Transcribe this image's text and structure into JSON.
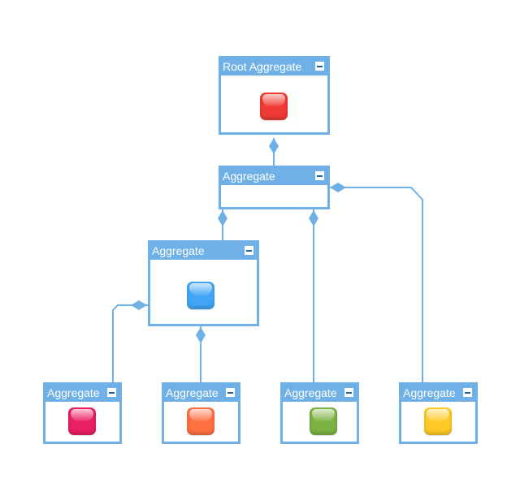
{
  "diagram": {
    "nodes": [
      {
        "id": "root",
        "label": "Root Aggregate",
        "color": "#ee3b33"
      },
      {
        "id": "mid",
        "label": "Aggregate",
        "color": null
      },
      {
        "id": "left",
        "label": "Aggregate",
        "color": "#42a5f5"
      },
      {
        "id": "leaf1",
        "label": "Aggregate",
        "color": "#e91e63"
      },
      {
        "id": "leaf2",
        "label": "Aggregate",
        "color": "#ff7043"
      },
      {
        "id": "leaf3",
        "label": "Aggregate",
        "color": "#7cb342"
      },
      {
        "id": "leaf4",
        "label": "Aggregate",
        "color": "#ffca28"
      }
    ],
    "edges": [
      {
        "from": "root",
        "to": "mid",
        "type": "composition"
      },
      {
        "from": "mid",
        "to": "left",
        "type": "composition"
      },
      {
        "from": "mid",
        "to": "leaf3",
        "type": "composition"
      },
      {
        "from": "mid",
        "to": "leaf4",
        "type": "composition"
      },
      {
        "from": "left",
        "to": "leaf1",
        "type": "composition"
      },
      {
        "from": "left",
        "to": "leaf2",
        "type": "composition"
      }
    ],
    "line_color": "#6fb1e6",
    "collapse_icon": "minus-icon"
  }
}
